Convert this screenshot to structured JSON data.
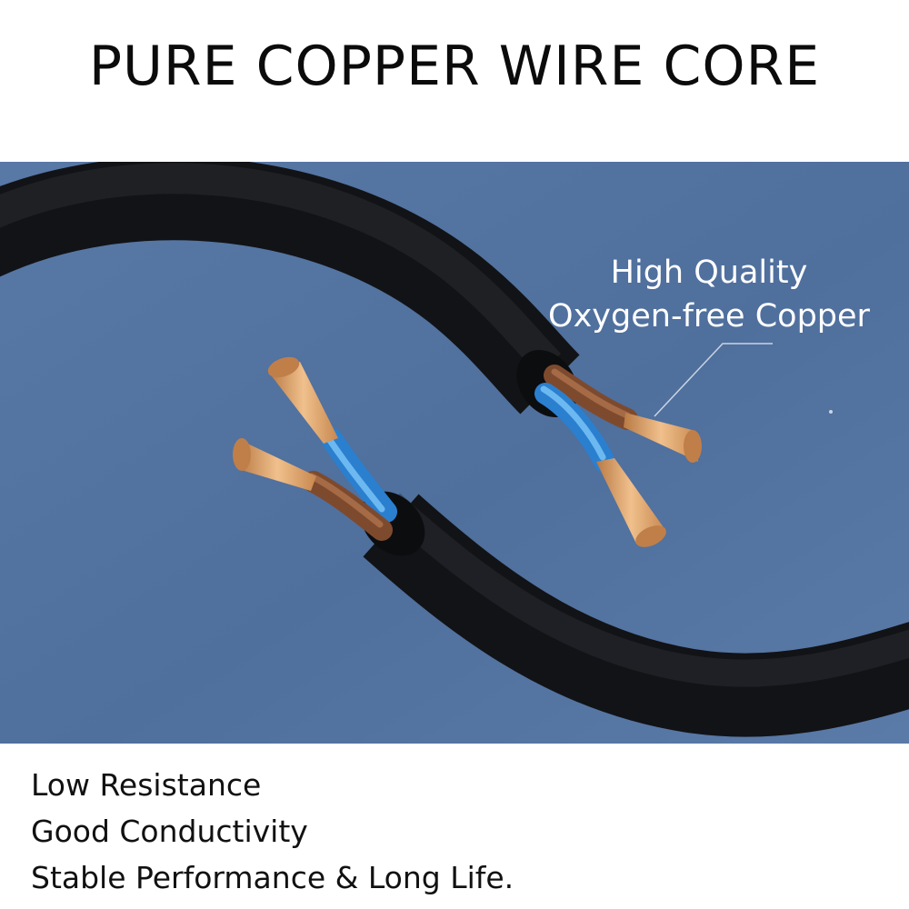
{
  "headline": "PURE COPPER WIRE CORE",
  "callout": {
    "line1": "High Quality",
    "line2": "Oxygen-free Copper"
  },
  "features": [
    "Low Resistance",
    "Good Conductivity",
    "Stable Performance & Long Life."
  ],
  "colors": {
    "background_blue": "#52719f",
    "cable_jacket": "#1c1d20",
    "blue_insulation": "#2c86d8",
    "brown_insulation": "#8a5234",
    "copper_strands": "#d89a62"
  }
}
